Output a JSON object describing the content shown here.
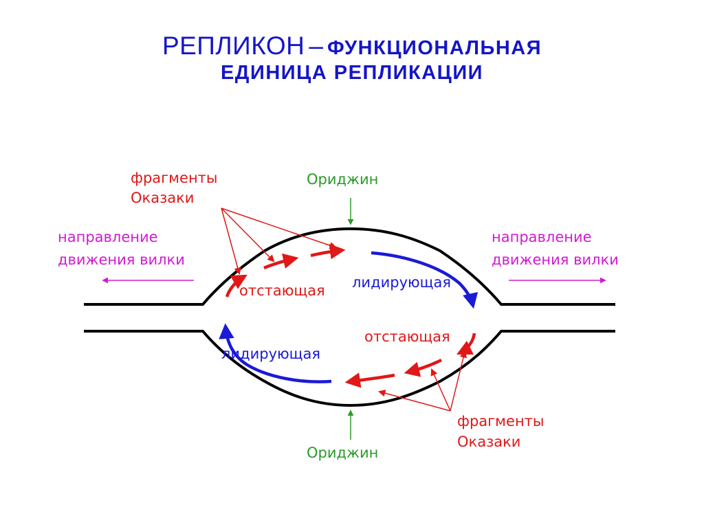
{
  "title": {
    "main": "РЕПЛИКОН",
    "dash": "–",
    "sub_line1": "ФУНКЦИОНАЛЬНАЯ",
    "sub_line2": "ЕДИНИЦА РЕПЛИКАЦИИ"
  },
  "diagram": {
    "okazaki_top": [
      "фрагменты",
      "Оказаки"
    ],
    "okazaki_bottom": [
      "фрагменты",
      "Оказаки"
    ],
    "origin_top": "Ориджин",
    "origin_bottom": "Ориджин",
    "fork_left": [
      "направление",
      "движения вилки"
    ],
    "fork_right": [
      "направление",
      "движения вилки"
    ],
    "lagging_top": "отстающая",
    "leading_top": "лидирующая",
    "lagging_bottom": "отстающая",
    "leading_bottom": "лидирующая"
  },
  "colors": {
    "title": "#1515c8",
    "lagging": "#e01818",
    "leading": "#1a1ad8",
    "origin": "#2a9a2a",
    "fork_direction": "#d21ad2",
    "dna": "#000000"
  }
}
